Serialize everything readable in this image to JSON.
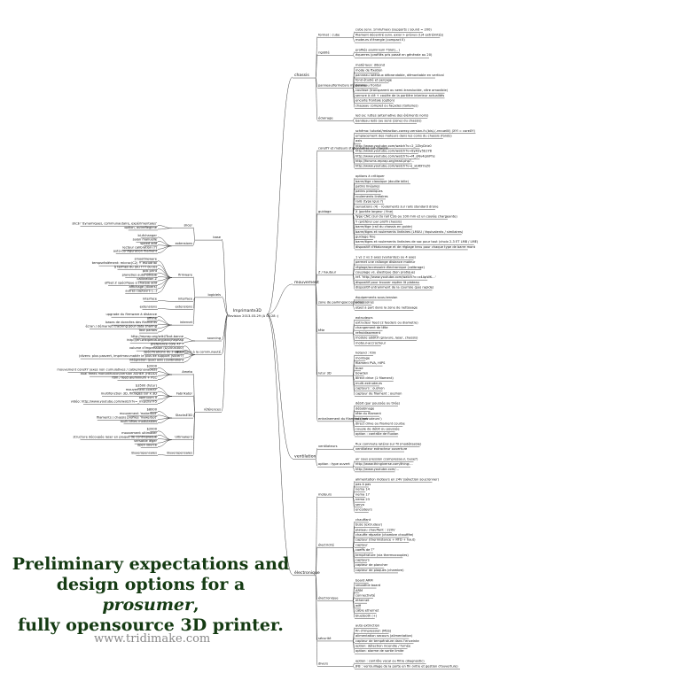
{
  "root": {
    "line1": "Imprimante3D",
    "line2": "Revision 2013-03-29 (A 04:28 :)"
  },
  "branches_left": [
    {
      "id": "base",
      "label": "base",
      "children": [
        {
          "label": "slicer",
          "items": [
            "slic3r 'dynamiques, communautaire, expérimentales'",
            "option, autreRegime"
          ]
        },
        {
          "label": "extensions",
          "items": [
            "bi-échanger",
            "salon manuelle",
            "speed add",
            "lecteur calibration (?)",
            "auto-configuration filament"
          ]
        }
      ]
    },
    {
      "id": "logiciels",
      "label": "logiciels",
      "children": [
        {
          "label": "firmware",
          "items": [
            "smoothieware",
            "tempsréalément: microc(C2) + escudrial",
            "à termes du (ou TTT ou (e)",
            "pcb print",
            "planeties autonotique",
            "calibration Z",
            "offset Z spécifique à chaque add",
            "affichage (divers)",
            "autres capteurs (...)"
          ]
        },
        {
          "label": "interface",
          "items": [
            "interface"
          ]
        },
        {
          "label": "extensions",
          "items": [
            "extensions"
          ]
        },
        {
          "label": "internet",
          "items": [
            "upgrade du firmware à distance",
            "offline",
            "bases de données des filaments",
            "écran / démarrer/ tracking pour data sharing",
            "Tout pariois"
          ]
        }
      ]
    },
    {
      "id": "sourcing",
      "label": "sourcing",
      "items": [
        "http://reprap.org/wiki/Tout-banne",
        "http://en.wikipedia.org/wiki/RepRap"
      ]
    },
    {
      "id": "questions",
      "label": "questions à la communauté",
      "items": [
        "preference core XY ?",
        "volume d'impression (D/200x300)",
        "spécifications du z-axis ?",
        "(divers: plus pasvert, imprimez-matièr le plus de support (slicer?)",
        "intégration quad axis (calibration)"
      ]
    },
    {
      "id": "references",
      "label": "références",
      "children": [
        {
          "label": "Ameta",
          "items": [
            "$2000",
            "mouvement coreXY (axes non cumulatives / cable/renovables)",
            "dual feeds monodifusion/version ASHER (HEDD)",
            "fdm / feed aluminium + PLC"
          ]
        },
        {
          "label": "Fabrikator",
          "items": [
            "$3500 (futur)",
            "mouvement coreXY",
            "multifonction 3D, filtrages sur x 3D",
            "openuum II",
            "vidéo: http://www.youtube.com/watch?v=_muy2ly7F5"
          ]
        },
        {
          "label": "StacksE3D",
          "items": [
            "$8000",
            "mouvement 'makerbot'",
            "filaments / chassis profilés 'makerbot'",
            "multi têtes modulables"
          ]
        },
        {
          "label": "Ultimaker2",
          "items": [
            "$2000",
            "mouvement ultimaker",
            "structure découpée laser en plaque de contreplaqué",
            "versatile léger",
            "open source"
          ]
        },
        {
          "label": "Buyeropensales",
          "items": [
            "Buyeropensales"
          ]
        }
      ]
    }
  ],
  "branches_right": [
    {
      "id": "chassis",
      "label": "chassis",
      "children": [
        {
          "label": "format : cube",
          "items": [
            "cube (env. 1mm/max) (supports / sound = 200)",
            "filament décentré (env. axial > prévus (1/4 extrémités)",
            "moteurs d'énergie (compact II)"
          ]
        },
        {
          "label": "rigidité",
          "items": [
            "profilés aluminium TSlot(...)",
            "équerres (profilés pris passé en générale au 20)"
          ]
        },
        {
          "label": "panneau/fermeture modulaire",
          "items": [
            "matériaux: dibond",
            "mode de fixation",
            "panneau latéraux débrandable, démontable en vertical",
            "fond étudié et perçage",
            "panneau frontal",
            "coulisse (transparent ou semi-translucide, vitre amovible)",
            "serrure à clé + coulée de la portière interieur actualités",
            "encarte frontale (option)",
            "chapeau complet ou façades (toiteries)"
          ]
        },
        {
          "label": "éclairage",
          "items": [
            "led ou: luttes (alternative des éléments noirs)",
            "bandeau leds (au sens (zone) du chassis)"
          ]
        }
      ]
    },
    {
      "id": "mouvement",
      "label": "mouvement",
      "children": [
        {
          "label": "coreXY et moteurs stationnaires sur chassis",
          "items": [
            "schéma: tutorial/redaction-corexy-version-fr-(bis).(-recueilli) (XYI = coreXY)",
            "emplacement des moteurs dans les coins du chassis (fonds)",
            "axis",
            "http://www.youtube.com/watch?v=2_2ZkyDriz0",
            "http://www.youtube.com/watch?v=8yA3y5b1Y8",
            "http://www.youtube.com/watch?v=M_oNv4qmPhs",
            "http://forums.reprap.org/read.php?...",
            "http://www.youtube.com/watch?v=J_xbR9YxZ0"
          ]
        },
        {
          "label": "guidage",
          "items": [
            "options à critiquer",
            "barre/tige classique (douille bille)",
            "patins linéaires",
            "patins plastiques",
            "roulements linéaires",
            "rails (type igus ?)",
            "sensations (4) - roulements sur rails standard drone",
            "X (portée largeur / fine)",
            "Type CNC (sur du rail CSG ou 100 mm et un coulée chargeante)",
            "Y (préférer par profil chassis)",
            "barre/tige (rail du chassis en guide)",
            "barre/tiges et roulements linéaires (LMUU / équivalents / similaires)",
            "guidage fine",
            "barre/tiges et roulements linéaires de sac pour tout (choix 2-3 ET LM8 / LME)",
            "dispositif d'étalonnage et de réglage tenu pour chaque type de barre mont"
          ]
        },
        {
          "label": "Z / hauteur",
          "items": [
            "1 vs 2 vs 3 axes (variantes) ou 4 axes",
            "permet une rallonge distance moteur",
            "réglage/accessoire électronique (calibrage)",
            "couplage vs. élastique (bon pratique)",
            "ref. 'http://www.youtube.com/watch?v=x4ApWK...'",
            "dispositif pour trouver repère lit plateau",
            "dispositif entrainment de la courroie (pas rapide)"
          ]
        },
        {
          "label": "zone de parking/accessoires",
          "items": [
            "équipements sous-tension",
            "accessoires",
            "objet à part dans la zone de nettoyage"
          ]
        },
        {
          "label": "tête",
          "items": [
            "extrudeurs",
            "extrudeur feed (2 feeders ou diametre)",
            "changement de tête",
            "refroidissement",
            "module additif (gravure, laser, chassis)",
            "moteur-accrocheur"
          ]
        },
        {
          "label": "lutur 3D",
          "items": [
            "hotend : fdm",
            "montage",
            "filament PVA, HIPS",
            "buse",
            "bowden",
            "direct drive (1 filament)",
            "multi-extrudeurs",
            "capteurs : oui/non",
            "capteur de filament : oui/non"
          ]
        },
        {
          "label": "entraînement du filament ('extrudeurs')",
          "items": [
            "débit (par poussée ou tirée)",
            "débobinage",
            "tête du filament",
            "bobines",
            "direct drive ou filament courbe",
            "couple de débit ou poussée",
            "option : contrôle de fluxion"
          ]
        }
      ]
    },
    {
      "id": "ventilation",
      "label": "ventilation",
      "children": [
        {
          "label": "ventilateurs",
          "items": [
            "flux commute latéral sur fil (modélisable)",
            "ventilateur extracteur ouverture"
          ]
        },
        {
          "label": "option : type ouvert",
          "items": [
            "air sous pression (compresseur, buse?)",
            "http://www.thingiverse.com/thing:...",
            "http://www.youtube.com/..."
          ]
        }
      ]
    },
    {
      "id": "electronique",
      "label": "électronique",
      "children": [
        {
          "label": "moteurs",
          "items": [
            "alimentation moteurs en 24V (sélection soucronner)",
            "pas à pas",
            "nema 14",
            "nema 17",
            "nema 23",
            "servo",
            "encodeurs"
          ]
        },
        {
          "label": "électricité",
          "items": [
            "chauffant",
            "buse (extrudeur)",
            "plateau chauffant : 220V",
            "chauffe répartie (chambre chauffée)",
            "capteur (thermistance + RTD + haut)",
            "capteur",
            "coeffs de T°",
            "température (via thermocouples)",
            "capteurs",
            "capteur de plancher",
            "capteur de plaques (chambre)"
          ]
        },
        {
          "label": "électronique",
          "items": [
            "board ARM",
            "smoothie board",
            "ARM",
            "connectivité",
            "ethernet",
            "wifi",
            "câble ethernet",
            "bluetooth (+)"
          ]
        },
        {
          "label": "sécurité",
          "items": [
            "auto extinction",
            "fin d'impression (MSS)",
            "alimentation secours (alimentation)",
            "capteur de température dans l'enceinte",
            "option: détection incendie / fumée",
            "option: alarme de sortie limite"
          ]
        },
        {
          "label": "divers",
          "items": [
            "option : contrôle vocal ou filtre (diagnostic)",
            "JFB : verrouillage de la porte en fin (vitre et gestion d'ouverture)"
          ]
        }
      ]
    }
  ],
  "title": {
    "line1": "Preliminary expectations and",
    "line2_a": "design options for a ",
    "line2_em": "prosumer",
    "line2_b": ",",
    "line3": "fully opensource 3D printer."
  },
  "footer_url": "www.tridimake.com"
}
